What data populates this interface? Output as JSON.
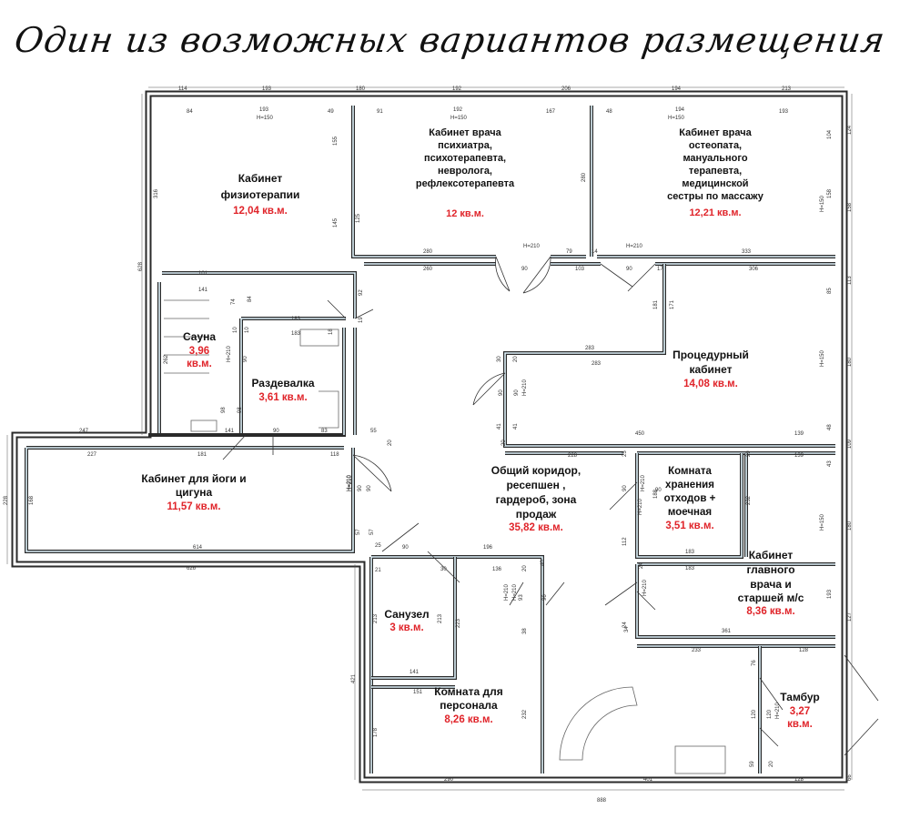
{
  "title": "Один из возможных вариантов размещения",
  "rooms": [
    {
      "name_lines": [
        "Кабинет",
        "физиотерапии"
      ],
      "area": "12,04 кв.м."
    },
    {
      "name_lines": [
        "Кабинет врача",
        "психиатра,",
        "психотерапевта,",
        "невролога,",
        "рефлексотерапевта"
      ],
      "area": "12 кв.м."
    },
    {
      "name_lines": [
        "Кабинет врача",
        "остеопата,",
        "мануального",
        "терапевта,",
        "медицинской",
        "сестры по массажу"
      ],
      "area": "12,21 кв.м."
    },
    {
      "name_lines": [
        "Сауна"
      ],
      "area_lines": [
        "3,96",
        "кв.м."
      ]
    },
    {
      "name_lines": [
        "Раздевалка"
      ],
      "area": "3,61 кв.м."
    },
    {
      "name_lines": [
        "Процедурный",
        "кабинет"
      ],
      "area": "14,08 кв.м."
    },
    {
      "name_lines": [
        "Кабинет для йоги и",
        "цигуна"
      ],
      "area": "11,57 кв.м."
    },
    {
      "name_lines": [
        "Общий коридор,",
        "ресепшен ,",
        "гардероб, зона",
        "продаж"
      ],
      "area": "35,82 кв.м."
    },
    {
      "name_lines": [
        "Комната",
        "хранения",
        "отходов +",
        "моечная"
      ],
      "area": "3,51 кв.м."
    },
    {
      "name_lines": [
        "Кабинет",
        "главного",
        "врача и",
        "старшей м/с"
      ],
      "area": "8,36 кв.м."
    },
    {
      "name_lines": [
        "Санузел"
      ],
      "area": "3 кв.м."
    },
    {
      "name_lines": [
        "Комната для",
        "персонала"
      ],
      "area": "8,26 кв.м."
    },
    {
      "name_lines": [
        "Тамбур"
      ],
      "area_lines": [
        "3,27",
        "кв.м."
      ]
    }
  ],
  "dimensions": {
    "top_outer": [
      "114",
      "193",
      "180",
      "192",
      "206",
      "194",
      "213"
    ],
    "top_inner": [
      "84",
      "193",
      "H=150",
      "49",
      "91",
      "192",
      "H=150",
      "167",
      "48",
      "194",
      "H=150",
      "193"
    ],
    "right_outer": [
      "124",
      "158",
      "113",
      "180",
      "109",
      "180",
      "127",
      "66"
    ],
    "right_inner": [
      "104",
      "H=150",
      "158",
      "85",
      "H=150",
      "48",
      "43",
      "H=150",
      "193"
    ],
    "left_outer": [
      "628",
      "228",
      "421"
    ],
    "left_inner": [
      "316",
      "262",
      "168"
    ],
    "bottom_outer": [
      "888"
    ],
    "bottom_inner": [
      "290",
      "401",
      "128"
    ],
    "interior": [
      "155",
      "145",
      "125",
      "280",
      "280",
      "79",
      "H=210",
      "14",
      "H=210",
      "333",
      "260",
      "90",
      "103",
      "90",
      "17",
      "306",
      "101",
      "141",
      "74",
      "84",
      "183",
      "183",
      "10",
      "10",
      "H=210",
      "90",
      "92",
      "19",
      "171",
      "181",
      "283",
      "283",
      "30",
      "20",
      "90",
      "90",
      "H=210",
      "41",
      "41",
      "450",
      "139",
      "20",
      "228",
      "25",
      "29",
      "139",
      "H=210",
      "90",
      "232",
      "188",
      "90",
      "H=210",
      "183",
      "183",
      "112",
      "24",
      "24",
      "H=210",
      "361",
      "233",
      "128",
      "76",
      "120",
      "120",
      "H=210",
      "59",
      "20",
      "247",
      "227",
      "181",
      "118",
      "614",
      "626",
      "25",
      "90",
      "196",
      "21",
      "30",
      "136",
      "20",
      "40",
      "H=210",
      "38",
      "213",
      "213",
      "223",
      "141",
      "151",
      "178",
      "232",
      "93",
      "96",
      "H=210",
      "18",
      "141",
      "98",
      "98",
      "90",
      "83",
      "55",
      "H=210",
      "90",
      "57",
      "57",
      "H=210",
      "90",
      "34",
      "20"
    ]
  }
}
